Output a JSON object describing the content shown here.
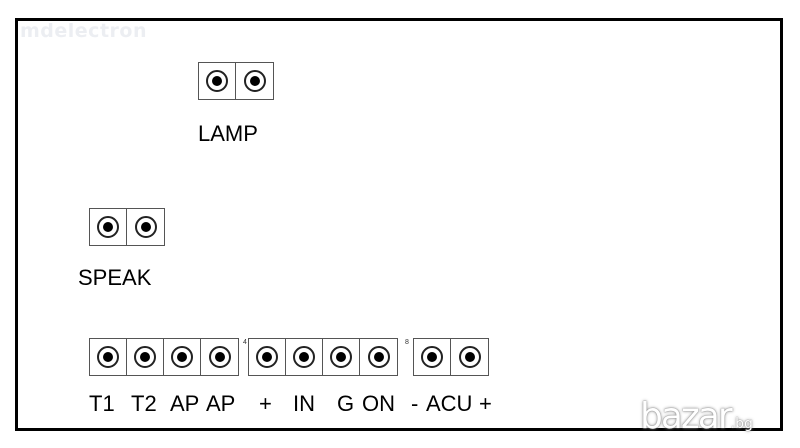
{
  "watermarks": {
    "top_left": "mdelectron",
    "bottom_right": "bazar",
    "bottom_right_suffix": ".bg"
  },
  "connectors": {
    "lamp": {
      "label": "LAMP",
      "pins": 2
    },
    "speak": {
      "label": "SPEAK",
      "pins": 2
    },
    "main": {
      "groups": [
        4,
        4,
        2
      ],
      "pin_markers": [
        "4",
        "8"
      ],
      "labels": [
        "T1",
        "T2",
        "AP",
        "AP",
        "+",
        "IN",
        "G",
        "ON",
        "-",
        "ACU",
        "+"
      ]
    }
  }
}
